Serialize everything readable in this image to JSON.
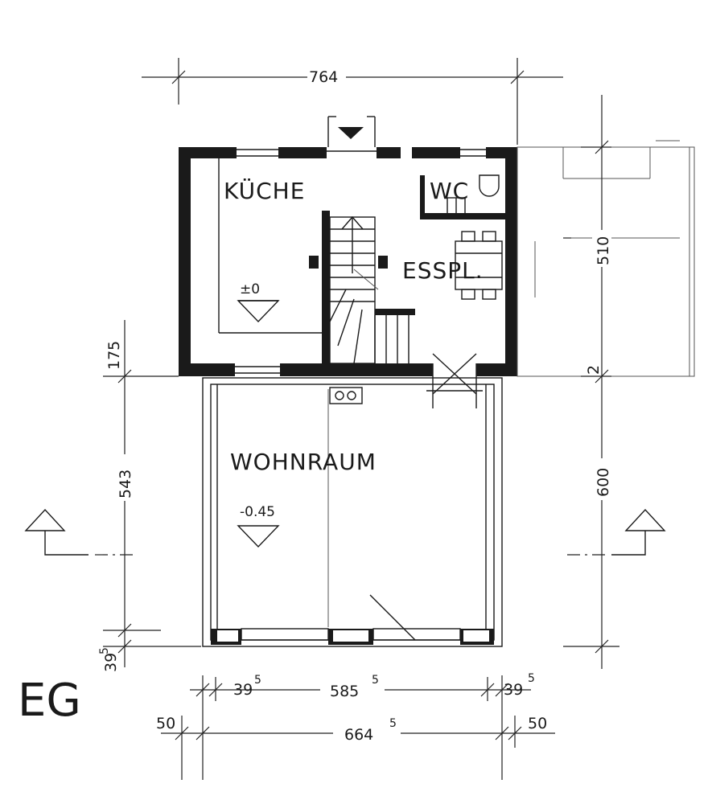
{
  "rooms": {
    "kueche": "KÜCHE",
    "wc": "WC",
    "esspl": "ESSPL.",
    "wohnraum": "WOHNRAUM"
  },
  "levels": {
    "upper": "±0",
    "lower": "-0.45"
  },
  "floor_label": "EG",
  "dimensions": {
    "top_width": "764",
    "right_upper": "510",
    "right_small": "2",
    "right_lower": "600",
    "left_upper": "175",
    "left_main": "543",
    "left_bottom": "39",
    "left_bottom_sup": "5",
    "bottom_left_inner": "39",
    "bottom_left_inner_sup": "5",
    "bottom_mid_inner": "585",
    "bottom_mid_inner_sup": "5",
    "bottom_right_inner": "39",
    "bottom_right_inner_sup": "5",
    "bottom_left_outer": "50",
    "bottom_total": "664",
    "bottom_total_sup": "5",
    "bottom_right_outer": "50"
  }
}
